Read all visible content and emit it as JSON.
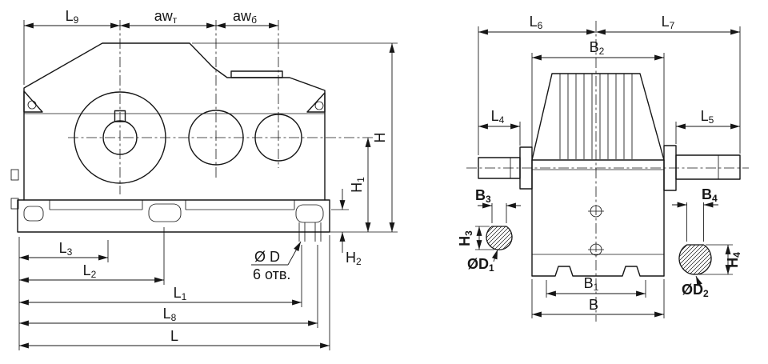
{
  "colors": {
    "line": "#161616",
    "background": "#ffffff"
  },
  "left": {
    "l9": {
      "base": "L",
      "sub": "9"
    },
    "awt": {
      "base": "aw",
      "sub": "т"
    },
    "awb": {
      "base": "aw",
      "sub": "б"
    },
    "h": {
      "base": "H"
    },
    "h1": {
      "base": "H",
      "sub": "1"
    },
    "h2": {
      "base": "H",
      "sub": "2"
    },
    "l3": {
      "base": "L",
      "sub": "3"
    },
    "l2": {
      "base": "L",
      "sub": "2"
    },
    "l1": {
      "base": "L",
      "sub": "1"
    },
    "l8": {
      "base": "L",
      "sub": "8"
    },
    "l": {
      "base": "L"
    },
    "d": {
      "base": "Ø D"
    },
    "holes_note": "6 отв."
  },
  "right": {
    "l6": {
      "base": "L",
      "sub": "6"
    },
    "l7": {
      "base": "L",
      "sub": "7"
    },
    "b2": {
      "base": "B",
      "sub": "2"
    },
    "l4": {
      "base": "L",
      "sub": "4"
    },
    "l5": {
      "base": "L",
      "sub": "5"
    },
    "b3": {
      "base": "B",
      "sub": "3"
    },
    "b4": {
      "base": "B",
      "sub": "4"
    },
    "h3": {
      "base": "H",
      "sub": "3"
    },
    "h4": {
      "base": "H",
      "sub": "4"
    },
    "d1": {
      "base": "ØD",
      "sub": "1"
    },
    "d2": {
      "base": "ØD",
      "sub": "2"
    },
    "b1": {
      "base": "B",
      "sub": "1"
    },
    "b": {
      "base": "B"
    }
  }
}
